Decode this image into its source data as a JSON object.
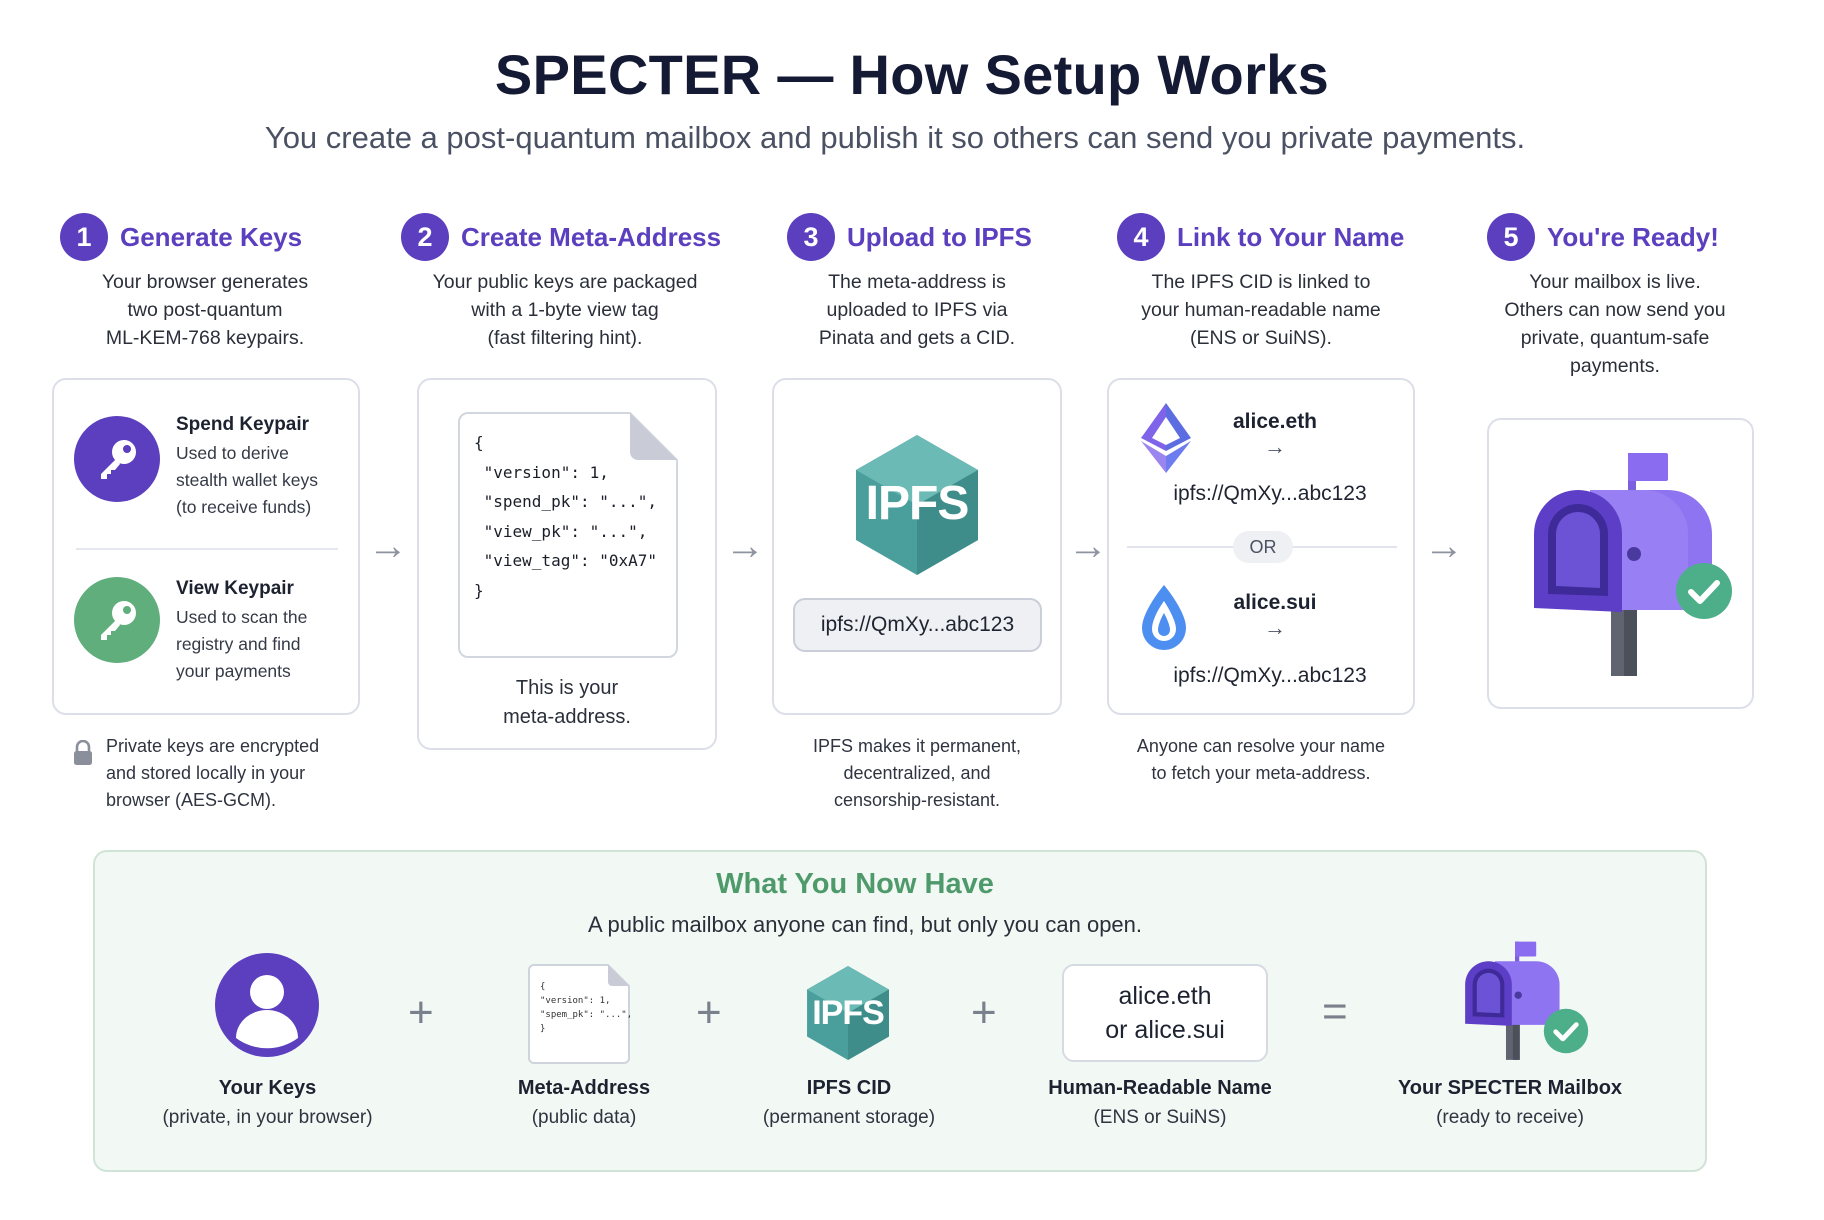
{
  "header": {
    "title": "SPECTER — How Setup Works",
    "subtitle": "You create a post-quantum mailbox and publish it so others can send you private payments."
  },
  "steps": [
    {
      "number": "1",
      "title": "Generate Keys",
      "desc_lines": [
        "Your browser generates",
        "two post-quantum",
        "ML-KEM-768 keypairs."
      ],
      "spend": {
        "title": "Spend Keypair",
        "lines": [
          "Used to derive",
          "stealth wallet keys",
          "(to receive funds)"
        ]
      },
      "view": {
        "title": "View Keypair",
        "lines": [
          "Used to scan the",
          "registry and find",
          "your payments"
        ]
      },
      "note_lines": [
        "Private keys are encrypted",
        "and stored locally in your",
        "browser (AES-GCM)."
      ]
    },
    {
      "number": "2",
      "title": "Create Meta-Address",
      "desc_lines": [
        "Your public keys are packaged",
        "with a 1-byte view tag",
        "(fast filtering hint)."
      ],
      "json_lines": [
        "{",
        " \"version\": 1,",
        " \"spend_pk\": \"...\",",
        " \"view_pk\": \"...\",",
        " \"view_tag\": \"0xA7\"",
        "}"
      ],
      "caption_lines": [
        "This is your",
        "meta-address."
      ]
    },
    {
      "number": "3",
      "title": "Upload to IPFS",
      "desc_lines": [
        "The meta-address is",
        "uploaded to IPFS via",
        "Pinata and gets a CID."
      ],
      "logo_text": "IPFS",
      "cid": "ipfs://QmXy...abc123",
      "note_lines": [
        "IPFS makes it permanent,",
        "decentralized, and",
        "censorship-resistant."
      ]
    },
    {
      "number": "4",
      "title": "Link to Your Name",
      "desc_lines": [
        "The IPFS CID is linked to",
        "your human-readable name",
        "(ENS or SuiNS)."
      ],
      "ens_name": "alice.eth",
      "sui_name": "alice.sui",
      "arrow": "→",
      "cid": "ipfs://QmXy...abc123",
      "or_label": "OR",
      "note_lines": [
        "Anyone can resolve your name",
        "to fetch your meta-address."
      ]
    },
    {
      "number": "5",
      "title": "You're Ready!",
      "desc_lines": [
        "Your mailbox is live.",
        "Others can now send you",
        "private, quantum-safe",
        "payments."
      ]
    }
  ],
  "summary": {
    "title": "What You Now Have",
    "subtitle": "A public mailbox anyone can find, but only you can open.",
    "mini_json_lines": [
      "{",
      "\"version\": 1,",
      "\"spem_pk\": \"...\",",
      "}"
    ],
    "logo_text": "IPFS",
    "name_lines": [
      "alice.eth",
      "or alice.sui"
    ],
    "operators": [
      "+",
      "+",
      "+",
      "="
    ],
    "items": [
      {
        "label": "Your Keys",
        "caption": "(private, in your browser)"
      },
      {
        "label": "Meta-Address",
        "caption": "(public data)"
      },
      {
        "label": "IPFS CID",
        "caption": "(permanent storage)"
      },
      {
        "label": "Human-Readable Name",
        "caption": "(ENS or SuiNS)"
      },
      {
        "label": "Your SPECTER Mailbox",
        "caption": "(ready to receive)"
      }
    ]
  },
  "colors": {
    "accent_purple": "#5b3fbf",
    "spend_key": "#5b3fbf",
    "view_key": "#5fae7b",
    "ipfs_teal": "#4a9f9c",
    "summary_green": "#4f9a6a",
    "check_green": "#4caf8a"
  },
  "icons": [
    "key-icon",
    "lock-icon",
    "document-icon",
    "ipfs-logo-icon",
    "ethereum-icon",
    "sui-drop-icon",
    "mailbox-icon",
    "checkmark-icon",
    "user-icon",
    "arrow-right-icon",
    "plus-icon",
    "equals-icon"
  ]
}
